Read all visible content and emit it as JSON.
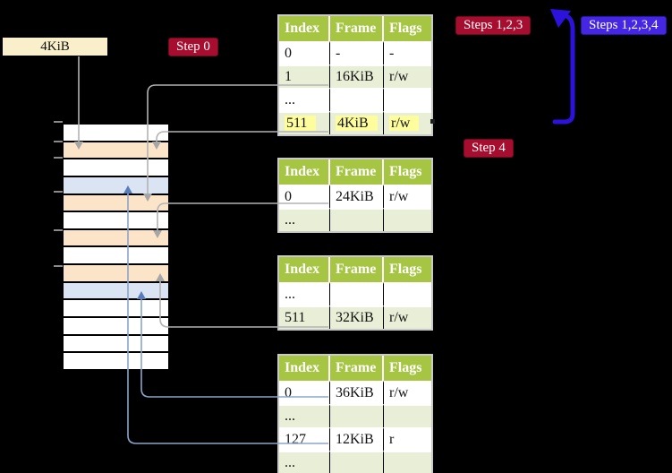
{
  "colors": {
    "white": "#ffffff",
    "peach": "#fce4c8",
    "blue": "#dae4f3",
    "header_green": "#a5c543",
    "row_green": "#e9efd6",
    "highlight_yellow": "#fdfd9e",
    "crimson": "#a60d2e",
    "indigo": "#4526e3",
    "cream": "#f9efca",
    "gray_line": "#b3b3b3",
    "gray_arrow": "#a6a6a6",
    "blue_line": "#8aa5c8",
    "blue_arrow_small": "#5b7cb8",
    "blue_arrow": "#2d12dd"
  },
  "labels": {
    "page_size": "4KiB",
    "step0": "Step 0",
    "steps123": "Steps 1,2,3",
    "steps1234": "Steps 1,2,3,4",
    "step4": "Step 4"
  },
  "memory": {
    "rows": [
      "white",
      "peach",
      "white",
      "blue",
      "peach",
      "white",
      "peach",
      "white",
      "peach",
      "blue",
      "white",
      "white",
      "white",
      "white"
    ]
  },
  "tables": [
    {
      "headers": [
        "Index",
        "Frame",
        "Flags"
      ],
      "rows": [
        {
          "cells": [
            "0",
            "-",
            "-"
          ]
        },
        {
          "cells": [
            "1",
            "16KiB",
            "r/w"
          ]
        },
        {
          "cells": [
            "...",
            "",
            ""
          ]
        },
        {
          "cells": [
            "511",
            "4KiB",
            "r/w"
          ],
          "highlight": true
        }
      ]
    },
    {
      "headers": [
        "Index",
        "Frame",
        "Flags"
      ],
      "rows": [
        {
          "cells": [
            "0",
            "24KiB",
            "r/w"
          ]
        },
        {
          "cells": [
            "...",
            "",
            ""
          ]
        }
      ]
    },
    {
      "headers": [
        "Index",
        "Frame",
        "Flags"
      ],
      "rows": [
        {
          "cells": [
            "...",
            "",
            ""
          ]
        },
        {
          "cells": [
            "511",
            "32KiB",
            "r/w"
          ]
        }
      ]
    },
    {
      "headers": [
        "Index",
        "Frame",
        "Flags"
      ],
      "rows": [
        {
          "cells": [
            "0",
            "36KiB",
            "r/w"
          ]
        },
        {
          "cells": [
            "...",
            "",
            ""
          ]
        },
        {
          "cells": [
            "127",
            "12KiB",
            "r"
          ]
        },
        {
          "cells": [
            "...",
            "",
            ""
          ]
        }
      ]
    }
  ]
}
